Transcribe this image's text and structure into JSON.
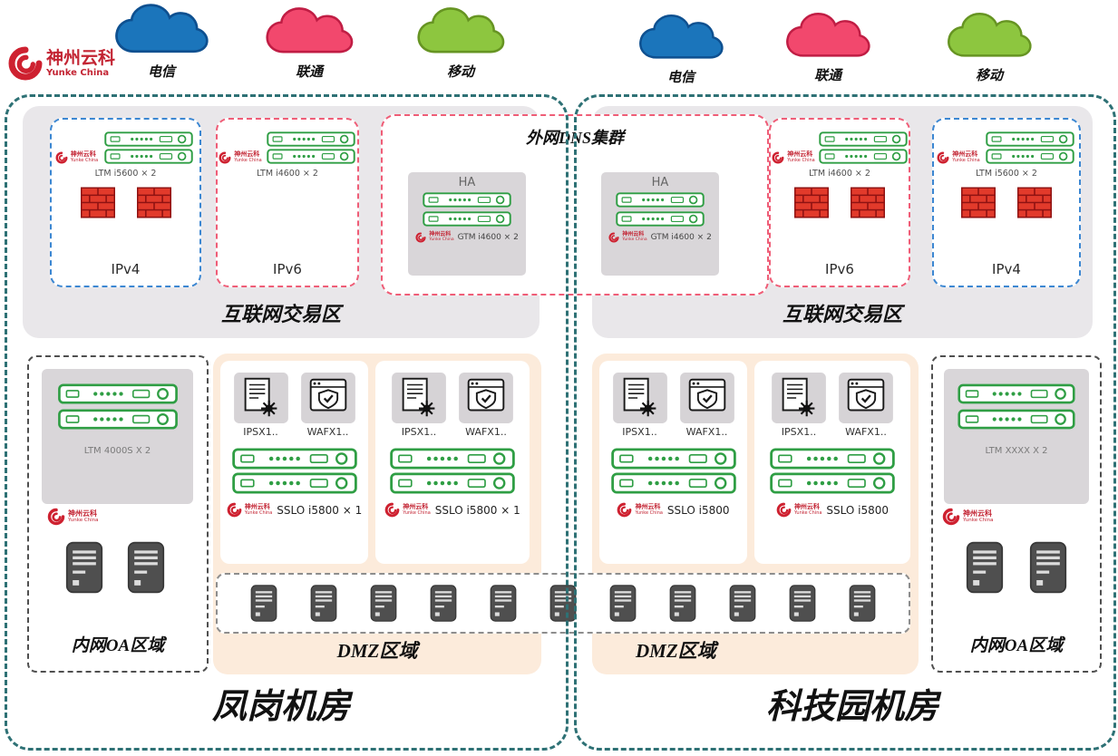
{
  "logo": {
    "title": "神州云科",
    "subtitle": "Yunke China"
  },
  "isps": {
    "telecom": "电信",
    "unicom": "联通",
    "mobile": "移动"
  },
  "dns_cluster": {
    "title": "外网DNS集群",
    "ha": "HA",
    "device": "GTM i4600 × 2"
  },
  "left_dc": {
    "title": "凤岗机房",
    "internet_zone_label": "互联网交易区",
    "ipv4": {
      "label": "IPv4",
      "device": "LTM i5600 × 2"
    },
    "ipv6": {
      "label": "IPv6",
      "device": "LTM i4600 × 2"
    },
    "oa": {
      "label": "内网OA区域",
      "device": "LTM 4000S X 2"
    },
    "dmz": {
      "label": "DMZ区域",
      "groups": [
        {
          "ips": "IPSX1..",
          "waf": "WAFX1..",
          "sslo": "SSLO i5800 × 1"
        },
        {
          "ips": "IPSX1..",
          "waf": "WAFX1..",
          "sslo": "SSLO i5800 × 1"
        }
      ]
    }
  },
  "right_dc": {
    "title": "科技园机房",
    "internet_zone_label": "互联网交易区",
    "ipv6": {
      "label": "IPv6",
      "device": "LTM i4600 × 2"
    },
    "ipv4": {
      "label": "IPv4",
      "device": "LTM i5600 × 2"
    },
    "oa": {
      "label": "内网OA区域",
      "device": "LTM XXXX X 2"
    },
    "dmz": {
      "label": "DMZ区域",
      "groups": [
        {
          "ips": "IPSX1..",
          "waf": "WAFX1..",
          "sslo": "SSLO i5800"
        },
        {
          "ips": "IPSX1..",
          "waf": "WAFX1..",
          "sslo": "SSLO i5800"
        }
      ]
    }
  }
}
